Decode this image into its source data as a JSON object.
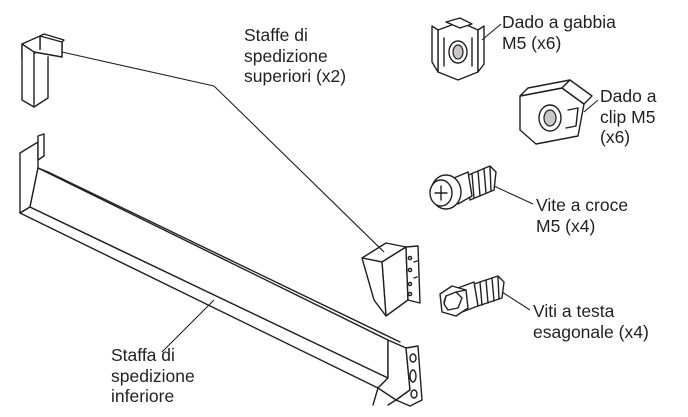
{
  "labels": {
    "upper_brackets": [
      "Staffe di",
      "spedizione",
      "superiori (x2)"
    ],
    "lower_bracket": [
      "Staffa di",
      "spedizione",
      "inferiore"
    ],
    "cage_nut": [
      "Dado a gabbia",
      "M5 (x6)"
    ],
    "clip_nut": [
      "Dado a",
      "clip M5",
      "(x6)"
    ],
    "cross_screw": [
      "Vite a croce",
      "M5 (x4)"
    ],
    "hex_screws": [
      "Viti a testa",
      "esagonale (x4)"
    ]
  },
  "colors": {
    "line": "#231f20",
    "part_fill": "#ffffff",
    "shade": "#c8c8c8"
  }
}
